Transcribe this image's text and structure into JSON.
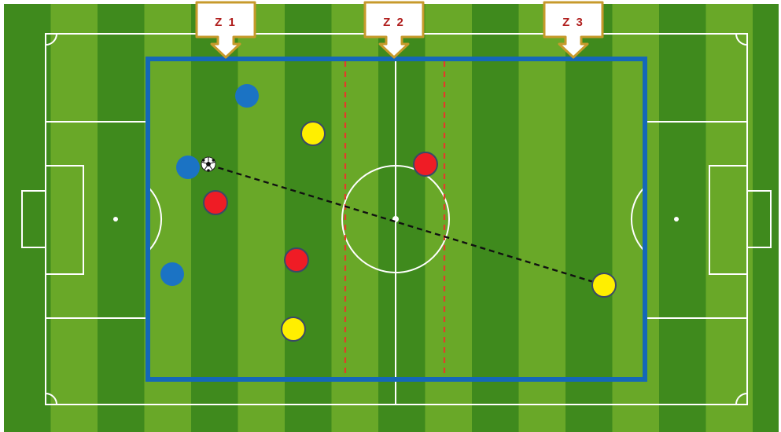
{
  "diagram": {
    "colors": {
      "grass_light": "#69a828",
      "grass_dark": "#3f8a1d",
      "lines": "#ffffff",
      "area_border": "#1468b8",
      "zone_divider": "#e33b2b",
      "marker_fill": "#ffffff",
      "marker_border": "#c79a2c",
      "zone_text": "#b1201f",
      "pass_line": "#111111"
    },
    "zone_markers": [
      {
        "label": "Z 1"
      },
      {
        "label": "Z 2"
      },
      {
        "label": "Z 3"
      }
    ],
    "players": [
      {
        "team": "blue",
        "color": "#1b73c4"
      },
      {
        "team": "blue",
        "color": "#1b73c4"
      },
      {
        "team": "blue",
        "color": "#1b73c4"
      },
      {
        "team": "yellow",
        "color": "#ffef00"
      },
      {
        "team": "yellow",
        "color": "#ffef00"
      },
      {
        "team": "yellow",
        "color": "#ffef00"
      },
      {
        "team": "red",
        "color": "#ef1c25"
      },
      {
        "team": "red",
        "color": "#ef1c25"
      },
      {
        "team": "red",
        "color": "#ef1c25"
      }
    ],
    "ball": {
      "icon": "soccer-ball-icon"
    },
    "pass": {
      "style": "dashed"
    }
  }
}
